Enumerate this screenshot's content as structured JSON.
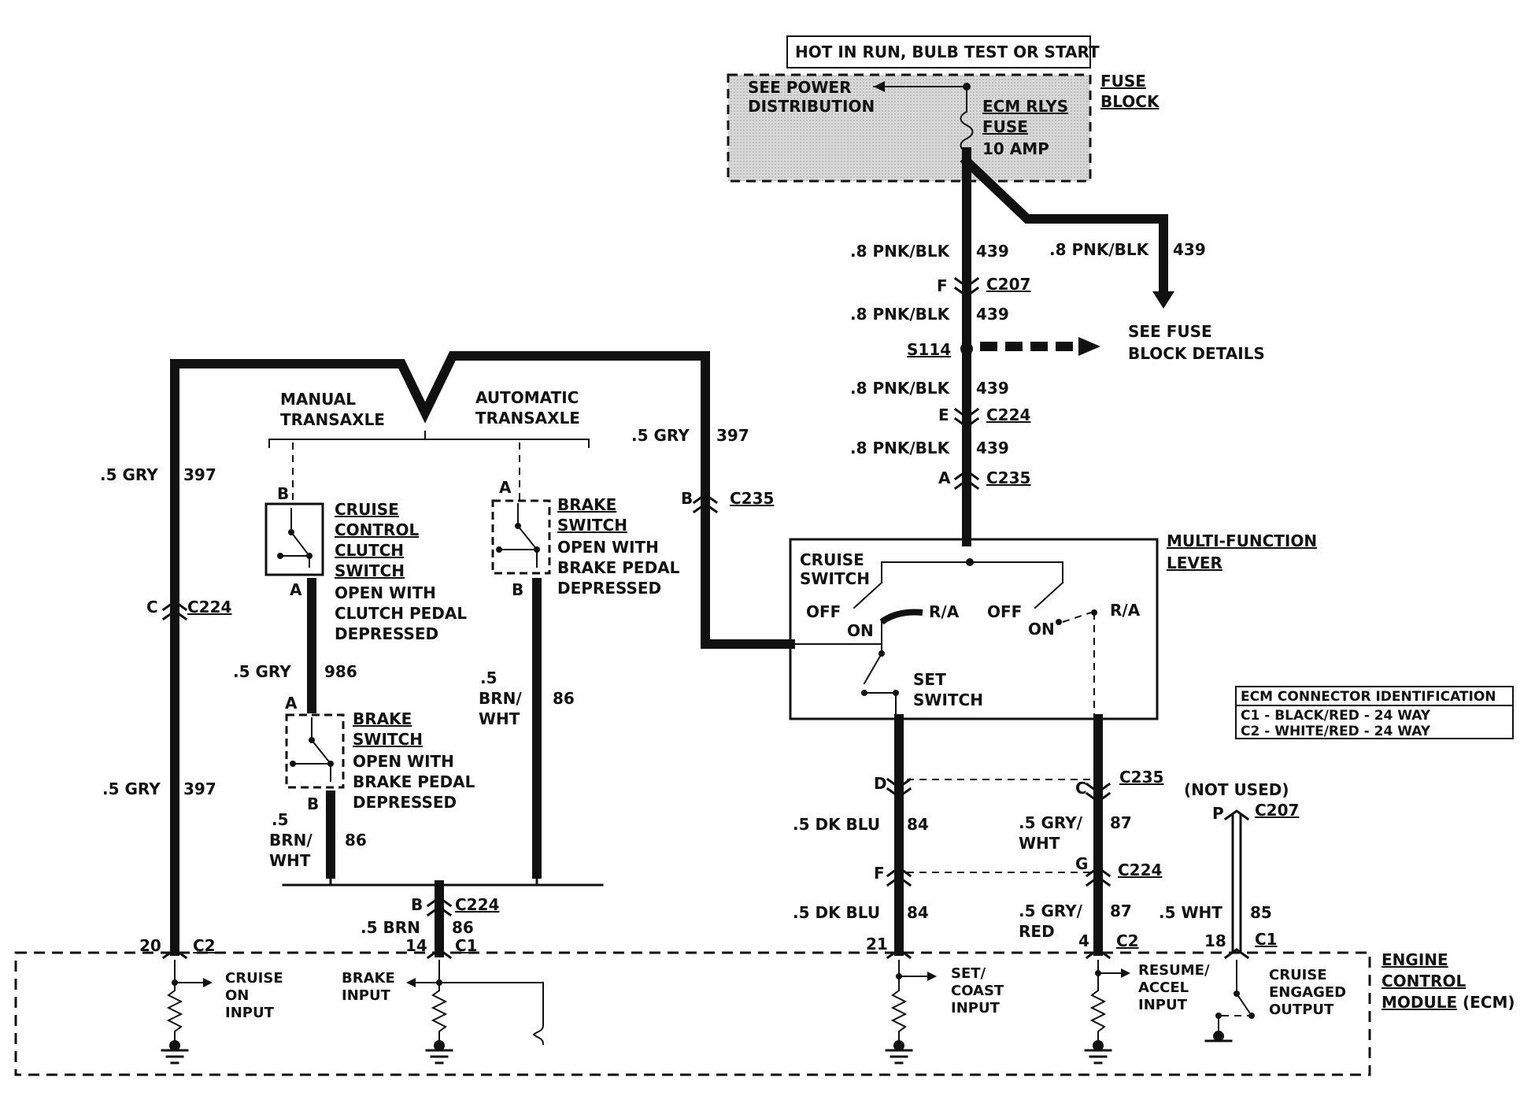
{
  "power": {
    "hot_label": "HOT IN RUN, BULB TEST OR START",
    "see_power_1": "SEE POWER",
    "see_power_2": "DISTRIBUTION",
    "fuse_name_1": "ECM RLYS",
    "fuse_name_2": "FUSE",
    "fuse_rating": "10 AMP",
    "fuse_block_1": "FUSE",
    "fuse_block_2": "BLOCK"
  },
  "main_feed": {
    "wire_a": ".8 PNK/BLK",
    "circuit_a": "439",
    "c207_pin": "F",
    "c207": "C207",
    "wire_b": ".8 PNK/BLK",
    "circuit_b": "439",
    "splice": "S114",
    "wire_c": ".8 PNK/BLK",
    "circuit_c": "439",
    "c224_pin": "E",
    "c224": "C224",
    "wire_d": ".8 PNK/BLK",
    "circuit_d": "439",
    "c235_pin": "A",
    "c235": "C235"
  },
  "branch_feed": {
    "wire": ".8 PNK/BLK",
    "circuit": "439",
    "see_1": "SEE FUSE",
    "see_2": "BLOCK DETAILS"
  },
  "transaxle": {
    "manual_1": "MANUAL",
    "manual_2": "TRANSAXLE",
    "auto_1": "AUTOMATIC",
    "auto_2": "TRANSAXLE"
  },
  "gry_loop": {
    "left_wire_top": ".5 GRY",
    "left_circuit_top": "397",
    "c224_pin": "C",
    "c224": "C224",
    "left_wire_bottom": ".5 GRY",
    "left_circuit_bottom": "397",
    "right_wire": ".5 GRY",
    "right_circuit": "397",
    "c235_pin": "B",
    "c235": "C235"
  },
  "clutch_switch": {
    "pin_top": "B",
    "pin_bottom": "A",
    "name": [
      "CRUISE",
      "CONTROL",
      "CLUTCH",
      "SWITCH"
    ],
    "desc": [
      "OPEN WITH",
      "CLUTCH PEDAL",
      "DEPRESSED"
    ]
  },
  "mid_wire": {
    "wire": ".5 GRY",
    "circuit": "986"
  },
  "manual_brake_switch": {
    "pin_top": "A",
    "pin_bottom": "B",
    "name": [
      "BRAKE",
      "SWITCH"
    ],
    "desc": [
      "OPEN WITH",
      "BRAKE PEDAL",
      "DEPRESSED"
    ],
    "wire_1": ".5",
    "wire_2": "BRN/",
    "wire_3": "WHT",
    "circuit": "86"
  },
  "auto_brake_switch": {
    "pin_top": "A",
    "pin_bottom": "B",
    "name": [
      "BRAKE",
      "SWITCH"
    ],
    "desc": [
      "OPEN WITH",
      "BRAKE PEDAL",
      "DEPRESSED"
    ],
    "wire_1": ".5",
    "wire_2": "BRN/",
    "wire_3": "WHT",
    "circuit": "86"
  },
  "brake_to_ecm": {
    "c224_pin": "B",
    "c224": "C224",
    "wire": ".5 BRN",
    "circuit": "86",
    "pin": "14",
    "conn": "C1"
  },
  "mfl": {
    "title_1": "MULTI-FUNCTION",
    "title_2": "LEVER",
    "cruise_1": "CRUISE",
    "cruise_2": "SWITCH",
    "off_l": "OFF",
    "on_l": "ON",
    "ra_l": "R/A",
    "off_r": "OFF",
    "on_r": "ON",
    "ra_r": "R/A",
    "set_1": "SET",
    "set_2": "SWITCH"
  },
  "ecm_id": {
    "title": "ECM CONNECTOR IDENTIFICATION",
    "c1": "C1 - BLACK/RED - 24 WAY",
    "c2": "C2 - WHITE/RED - 24 WAY"
  },
  "blu_wire": {
    "c235_pin": "D",
    "wire_a": ".5 DK BLU",
    "circuit_a": "84",
    "c224_pin": "F",
    "wire_b": ".5 DK BLU",
    "circuit_b": "84",
    "pin": "21"
  },
  "gry_wire": {
    "c235_pin": "C",
    "c235": "C235",
    "wire_a1": ".5 GRY/",
    "wire_a2": "WHT",
    "circuit_a": "87",
    "c224_pin": "G",
    "c224": "C224",
    "wire_b1": ".5 GRY/",
    "wire_b2": "RED",
    "circuit_b": "87",
    "pin": "4",
    "conn": "C2"
  },
  "wht_wire": {
    "not_used": "(NOT USED)",
    "c207_pin": "P",
    "c207": "C207",
    "wire": ".5 WHT",
    "circuit": "85",
    "pin": "18",
    "conn": "C1"
  },
  "ecm": {
    "cruise_pin": "20",
    "cruise_conn": "C2",
    "cruise_in": [
      "CRUISE",
      "ON",
      "INPUT"
    ],
    "brake_in": [
      "BRAKE",
      "INPUT"
    ],
    "set_in": [
      "SET/",
      "COAST",
      "INPUT"
    ],
    "resume_in": [
      "RESUME/",
      "ACCEL",
      "INPUT"
    ],
    "engaged_out": [
      "CRUISE",
      "ENGAGED",
      "OUTPUT"
    ],
    "name_1": "ENGINE",
    "name_2": "CONTROL",
    "name_3": "MODULE",
    "name_4": "(ECM)"
  }
}
